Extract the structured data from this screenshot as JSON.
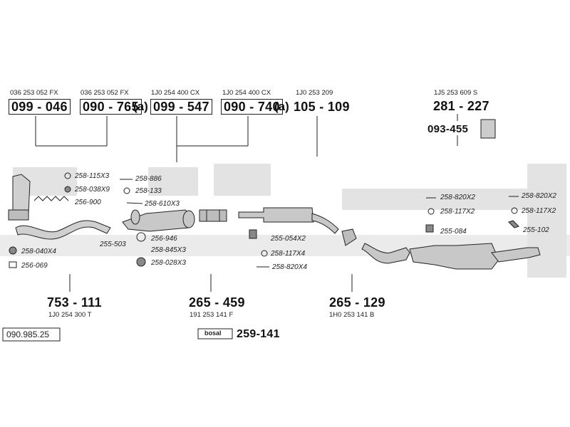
{
  "top_refs": {
    "r1": "036 253 052 FX",
    "r2": "036 253 052 FX",
    "r3": "1J0 254 400 CX",
    "r4": "1J0 254 400 CX",
    "r5": "1J0 253 209",
    "r6": "1J5 253 609 S"
  },
  "top_parts": {
    "p1": "099 - 046",
    "p2": "090 - 765",
    "p2_suffix": "(a)",
    "p3": "099 - 547",
    "p4": "090 - 740",
    "p4_suffix": "(a)",
    "p5": "105 - 109",
    "p6": "281 - 227",
    "p7": "093-455"
  },
  "small_parts": {
    "a1": "258-115X3",
    "a2": "258-886",
    "a3": "258-038X9",
    "a4": "258-133",
    "a5": "256-900",
    "a6": "258-610X3",
    "a7": "256-946",
    "a8": "255-503",
    "a9": "258-845X3",
    "a10": "258-040X4",
    "a11": "258-028X3",
    "a12": "256-069",
    "b1": "255-054X2",
    "b2": "258-117X4",
    "b3": "258-820X4",
    "c1": "258-820X2",
    "c2": "258-117X2",
    "c3": "255-084",
    "d1": "258-820X2",
    "d2": "258-117X2",
    "d3": "255-102"
  },
  "bottom_parts": {
    "m1": "753 - 111",
    "m1_ref": "1J0 254 300 T",
    "m2": "265 - 459",
    "m2_ref": "191 253 141 F",
    "m3": "265 - 129",
    "m3_ref": "1H0 253 141 B",
    "kit": "259-141",
    "kit_logo": "bosal"
  },
  "catalog_number": "090.985.25",
  "colors": {
    "line": "#222222",
    "watermark": "#e3e3e3",
    "part_fill": "#bdbdbd"
  }
}
